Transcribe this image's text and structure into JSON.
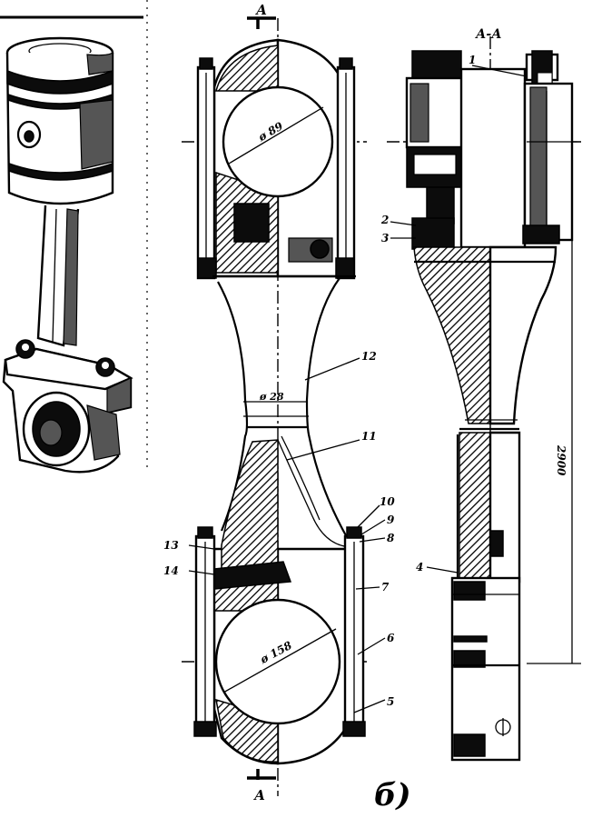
{
  "figure": {
    "section_mark": "А",
    "section_view_title": "А-А",
    "figure_label": "б)",
    "dimensions": {
      "upper_bore": "ø 89",
      "neck": "ø 28",
      "lower_bore": "ø 158",
      "center_distance": "2900"
    },
    "callouts": {
      "1": "1",
      "2": "2",
      "3": "3",
      "4": "4",
      "5": "5",
      "6": "6",
      "7": "7",
      "8": "8",
      "9": "9",
      "10": "10",
      "11": "11",
      "12": "12",
      "13": "13",
      "14": "14"
    }
  }
}
